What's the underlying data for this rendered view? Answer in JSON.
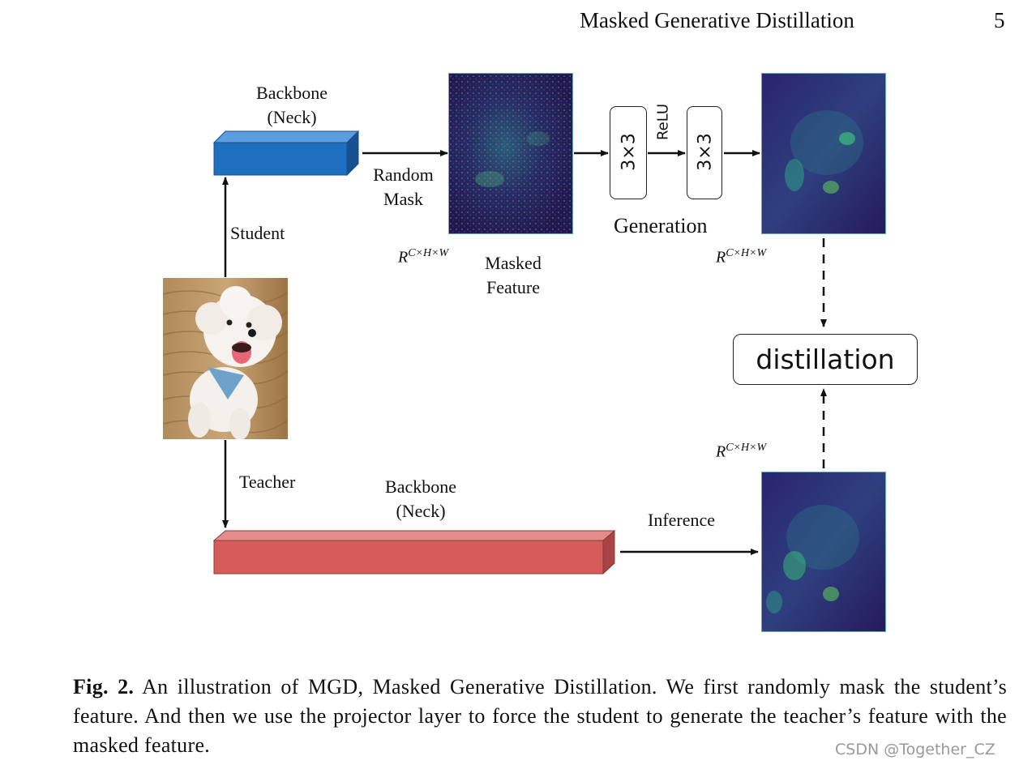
{
  "header": {
    "title": "Masked Generative Distillation",
    "page_number": "5"
  },
  "diagram": {
    "student_backbone_label": [
      "Backbone",
      "(Neck)"
    ],
    "random_mask_label": [
      "Random",
      "Mask"
    ],
    "student_label": "Student",
    "teacher_label": "Teacher",
    "teacher_backbone_label": [
      "Backbone",
      "(Neck)"
    ],
    "masked_feature_label": [
      "Masked",
      "Feature"
    ],
    "conv1_label": "3×3",
    "relu_label": "ReLU",
    "conv2_label": "3×3",
    "generation_label": "Generation",
    "dim_masked": {
      "base": "R",
      "sup": "C×H×W"
    },
    "dim_generated": {
      "base": "R",
      "sup": "C×H×W"
    },
    "dim_teacher": {
      "base": "R",
      "sup": "C×H×W"
    },
    "distillation_label": "distillation",
    "inference_label": "Inference",
    "colors": {
      "student_backbone": "#1f6fc0",
      "teacher_backbone": "#d65c5c",
      "feature_map": "#3b1f6b"
    }
  },
  "caption": {
    "label": "Fig. 2.",
    "text": "An illustration of MGD, Masked Generative Distillation. We first randomly mask the student’s feature. And then we use the projector layer to force the student to generate the teacher’s feature with the masked feature."
  },
  "watermark": "CSDN @Together_CZ"
}
